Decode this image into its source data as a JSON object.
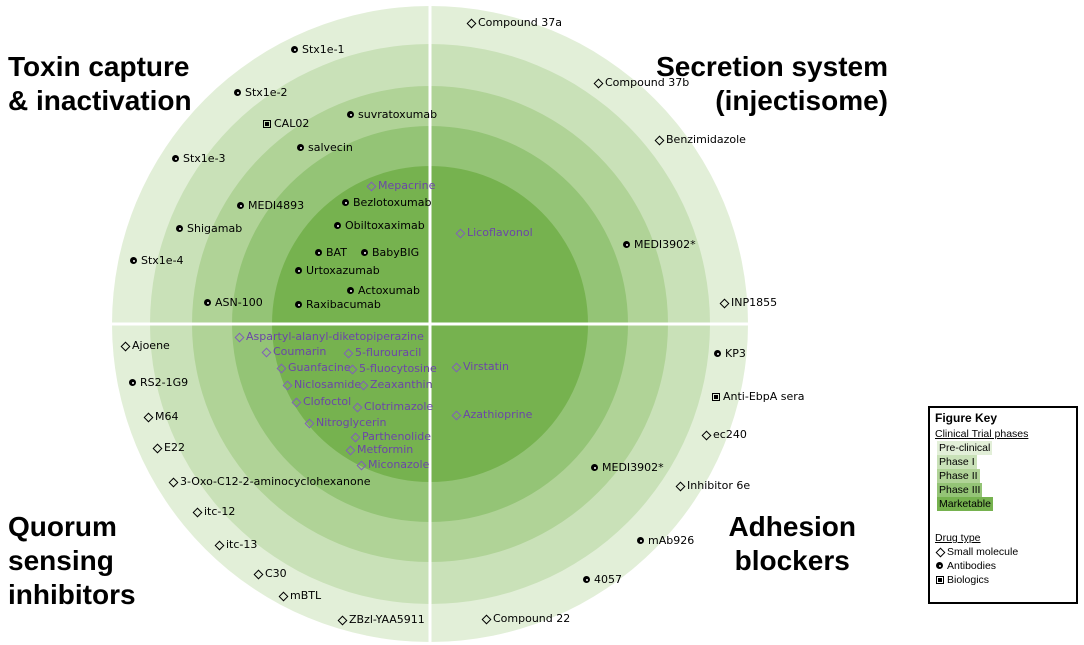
{
  "colors": {
    "ring_preclinical": "#e2efd8",
    "ring_phase1": "#c9e1b8",
    "ring_phase2": "#b0d397",
    "ring_phase3": "#94c476",
    "ring_marketable": "#76b24f",
    "label_inner": "#6b46a8"
  },
  "quadrant_titles": {
    "toxin": "Toxin capture\n& inactivation",
    "secretion": "Secretion system\n(injectisome)",
    "quorum": "Quorum\nsensing\ninhibitors",
    "adhesion": "Adhesion\nblockers"
  },
  "drugs": [
    {
      "name": "Stx1e-1",
      "type": "antibody",
      "color": "black"
    },
    {
      "name": "Stx1e-2",
      "type": "antibody",
      "color": "black"
    },
    {
      "name": "CAL02",
      "type": "biologic",
      "color": "black"
    },
    {
      "name": "suvratoxumab",
      "type": "antibody",
      "color": "black"
    },
    {
      "name": "salvecin",
      "type": "antibody",
      "color": "black"
    },
    {
      "name": "Stx1e-3",
      "type": "antibody",
      "color": "black"
    },
    {
      "name": "Mepacrine",
      "type": "small-molecule",
      "color": "purple"
    },
    {
      "name": "Bezlotoxumab",
      "type": "antibody",
      "color": "black"
    },
    {
      "name": "MEDI4893",
      "type": "antibody",
      "color": "black"
    },
    {
      "name": "Obiltoxaximab",
      "type": "antibody",
      "color": "black"
    },
    {
      "name": "Shigamab",
      "type": "antibody",
      "color": "black"
    },
    {
      "name": "BAT",
      "type": "antibody",
      "color": "black"
    },
    {
      "name": "BabyBIG",
      "type": "antibody",
      "color": "black"
    },
    {
      "name": "Stx1e-4",
      "type": "antibody",
      "color": "black"
    },
    {
      "name": "Urtoxazumab",
      "type": "antibody",
      "color": "black"
    },
    {
      "name": "Actoxumab",
      "type": "antibody",
      "color": "black"
    },
    {
      "name": "ASN-100",
      "type": "antibody",
      "color": "black"
    },
    {
      "name": "Raxibacumab",
      "type": "antibody",
      "color": "black"
    },
    {
      "name": "Compound 37a",
      "type": "small-molecule",
      "color": "black"
    },
    {
      "name": "Compound 37b",
      "type": "small-molecule",
      "color": "black"
    },
    {
      "name": "Benzimidazole",
      "type": "small-molecule",
      "color": "black"
    },
    {
      "name": "Licoflavonol",
      "type": "small-molecule",
      "color": "purple"
    },
    {
      "name": "MEDI3902*",
      "type": "antibody",
      "color": "black"
    },
    {
      "name": "INP1855",
      "type": "small-molecule",
      "color": "black"
    },
    {
      "name": "Aspartyl-alanyl-diketopiperazine",
      "type": "small-molecule",
      "color": "purple"
    },
    {
      "name": "Ajoene",
      "type": "small-molecule",
      "color": "black"
    },
    {
      "name": "Coumarin",
      "type": "small-molecule",
      "color": "purple"
    },
    {
      "name": "5-flurouracil",
      "type": "small-molecule",
      "color": "purple"
    },
    {
      "name": "Guanfacine",
      "type": "small-molecule",
      "color": "purple"
    },
    {
      "name": "5-fluocytosine",
      "type": "small-molecule",
      "color": "purple"
    },
    {
      "name": "RS2-1G9",
      "type": "antibody",
      "color": "black"
    },
    {
      "name": "Niclosamide",
      "type": "small-molecule",
      "color": "purple"
    },
    {
      "name": "Zeaxanthin",
      "type": "small-molecule",
      "color": "purple"
    },
    {
      "name": "M64",
      "type": "small-molecule",
      "color": "black"
    },
    {
      "name": "Clofoctol",
      "type": "small-molecule",
      "color": "purple"
    },
    {
      "name": "Clotrimazole",
      "type": "small-molecule",
      "color": "purple"
    },
    {
      "name": "Nitroglycerin",
      "type": "small-molecule",
      "color": "purple"
    },
    {
      "name": "E22",
      "type": "small-molecule",
      "color": "black"
    },
    {
      "name": "Parthenolide",
      "type": "small-molecule",
      "color": "purple"
    },
    {
      "name": "Metformin",
      "type": "small-molecule",
      "color": "purple"
    },
    {
      "name": "Miconazole",
      "type": "small-molecule",
      "color": "purple"
    },
    {
      "name": "3-Oxo-C12-2-aminocyclohexanone",
      "type": "small-molecule",
      "color": "black"
    },
    {
      "name": "itc-12",
      "type": "small-molecule",
      "color": "black"
    },
    {
      "name": "itc-13",
      "type": "small-molecule",
      "color": "black"
    },
    {
      "name": "C30",
      "type": "small-molecule",
      "color": "black"
    },
    {
      "name": "mBTL",
      "type": "small-molecule",
      "color": "black"
    },
    {
      "name": "ZBzl-YAA5911",
      "type": "small-molecule",
      "color": "black"
    },
    {
      "name": "KP3",
      "type": "antibody",
      "color": "black"
    },
    {
      "name": "Virstatin",
      "type": "small-molecule",
      "color": "purple"
    },
    {
      "name": "Anti-EbpA sera",
      "type": "biologic",
      "color": "black"
    },
    {
      "name": "Azathioprine",
      "type": "small-molecule",
      "color": "purple"
    },
    {
      "name": "ec240",
      "type": "small-molecule",
      "color": "black"
    },
    {
      "name": "MEDI3902*",
      "type": "antibody",
      "color": "black"
    },
    {
      "name": "Inhibitor 6e",
      "type": "small-molecule",
      "color": "black"
    },
    {
      "name": "mAb926",
      "type": "antibody",
      "color": "black"
    },
    {
      "name": "4057",
      "type": "antibody",
      "color": "black"
    },
    {
      "name": "Compound 22",
      "type": "small-molecule",
      "color": "black"
    }
  ],
  "figure_key": {
    "title": "Figure Key",
    "phases_heading": "Clinical Trial phases",
    "phases": [
      "Pre-clinical",
      "Phase I",
      "Phase II",
      "Phase III",
      "Marketable"
    ],
    "drug_type_heading": "Drug type",
    "drug_types": [
      {
        "label": "Small molecule",
        "type": "small-molecule"
      },
      {
        "label": "Antibodies",
        "type": "antibody"
      },
      {
        "label": "Biologics",
        "type": "biologic"
      }
    ]
  }
}
